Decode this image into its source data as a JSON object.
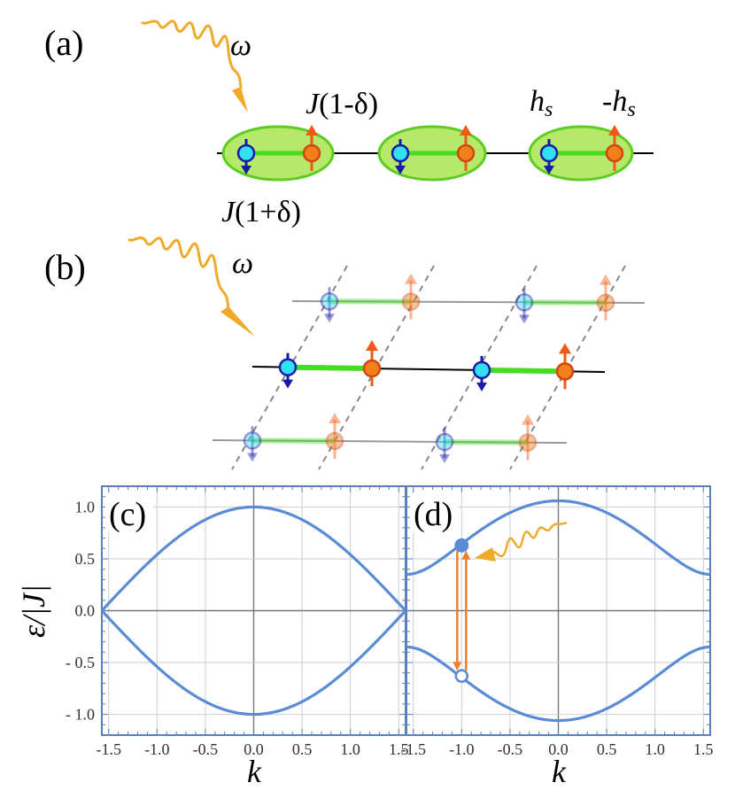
{
  "panel_labels": {
    "a": "(a)",
    "b": "(b)",
    "c": "(c)",
    "d": "(d)"
  },
  "symbols": {
    "omega": "ω",
    "hopping_weak": {
      "J": "J",
      "rest": "(1-δ)"
    },
    "hopping_strong": {
      "J": "J",
      "rest": "(1+δ)"
    },
    "field_pos": {
      "h": "h",
      "sub": "s"
    },
    "field_neg": {
      "pre": "-",
      "h": "h",
      "sub": "s"
    }
  },
  "colors": {
    "spin_down": "#1a1aa8",
    "site_down": "#33e0f0",
    "spin_up": "#f05a14",
    "site_up": "#f07f1c",
    "bond": "#44dd22",
    "dimer_fill": "#b6e86a",
    "dimer_edge": "#5fcc22",
    "photon": "#f0aa2a",
    "band": "#5b8bd4",
    "transition": "#f07f2a"
  },
  "chart_data": [
    {
      "type": "line",
      "panel": "(c)",
      "xlabel": "k",
      "ylabel": "ε/|J|",
      "xlim": [
        -1.5708,
        1.5708
      ],
      "ylim": [
        -1.2,
        1.2
      ],
      "xticks": [
        -1.5,
        -1.0,
        -0.5,
        0.0,
        0.5,
        1.0,
        1.5
      ],
      "xtick_labels": [
        "-1.5",
        "-1.0",
        "-0.5",
        "0.0",
        "0.5",
        "1.0",
        "1.5"
      ],
      "yticks": [
        1.0,
        0.5,
        0.0,
        -0.5,
        -1.0
      ],
      "ytick_labels": [
        "1.0",
        "0.5",
        "0.0",
        "- 0.5",
        "- 1.0"
      ],
      "grid": true,
      "series": [
        {
          "formula": "+|cos(k)|",
          "x": [
            -1.5708,
            -1.2,
            -0.9,
            -0.6,
            -0.3,
            0.0,
            0.3,
            0.6,
            0.9,
            1.2,
            1.5708
          ],
          "values": [
            0.0,
            0.362,
            0.622,
            0.825,
            0.955,
            1.0,
            0.955,
            0.825,
            0.622,
            0.362,
            0.0
          ]
        },
        {
          "formula": "-|cos(k)|",
          "x": [
            -1.5708,
            -1.2,
            -0.9,
            -0.6,
            -0.3,
            0.0,
            0.3,
            0.6,
            0.9,
            1.2,
            1.5708
          ],
          "values": [
            0.0,
            -0.362,
            -0.622,
            -0.825,
            -0.955,
            -1.0,
            -0.955,
            -0.825,
            -0.622,
            -0.362,
            0.0
          ]
        }
      ]
    },
    {
      "type": "line",
      "panel": "(d)",
      "xlabel": "k",
      "ylabel": "",
      "xlim": [
        -1.5708,
        1.5708
      ],
      "ylim": [
        -1.2,
        1.2
      ],
      "xticks": [
        -1.5,
        -1.0,
        -0.5,
        0.0,
        0.5,
        1.0,
        1.5
      ],
      "xtick_labels": [
        "-1.5",
        "-1.0",
        "-0.5",
        "0.0",
        "0.5",
        "1.0",
        "1.5"
      ],
      "grid": true,
      "gap": 0.35,
      "series": [
        {
          "formula": "+sqrt(cos²k + 0.35²)",
          "x": [
            -1.5708,
            -1.2,
            -0.9,
            -0.6,
            -0.3,
            0.0,
            0.3,
            0.6,
            0.9,
            1.2,
            1.5708
          ],
          "values": [
            0.35,
            0.506,
            0.714,
            0.896,
            1.017,
            1.0,
            1.017,
            0.896,
            0.714,
            0.506,
            0.35
          ]
        },
        {
          "formula": "-sqrt(cos²k + 0.35²)",
          "x": [
            -1.5708,
            -1.2,
            -0.9,
            -0.6,
            -0.3,
            0.0,
            0.3,
            0.6,
            0.9,
            1.2,
            1.5708
          ],
          "values": [
            -0.35,
            -0.506,
            -0.714,
            -0.896,
            -1.017,
            -1.0,
            -1.017,
            -0.896,
            -0.714,
            -0.506,
            -0.35
          ]
        }
      ],
      "transition": {
        "k": -1.0,
        "upper": 0.63,
        "lower": -0.63
      }
    }
  ]
}
